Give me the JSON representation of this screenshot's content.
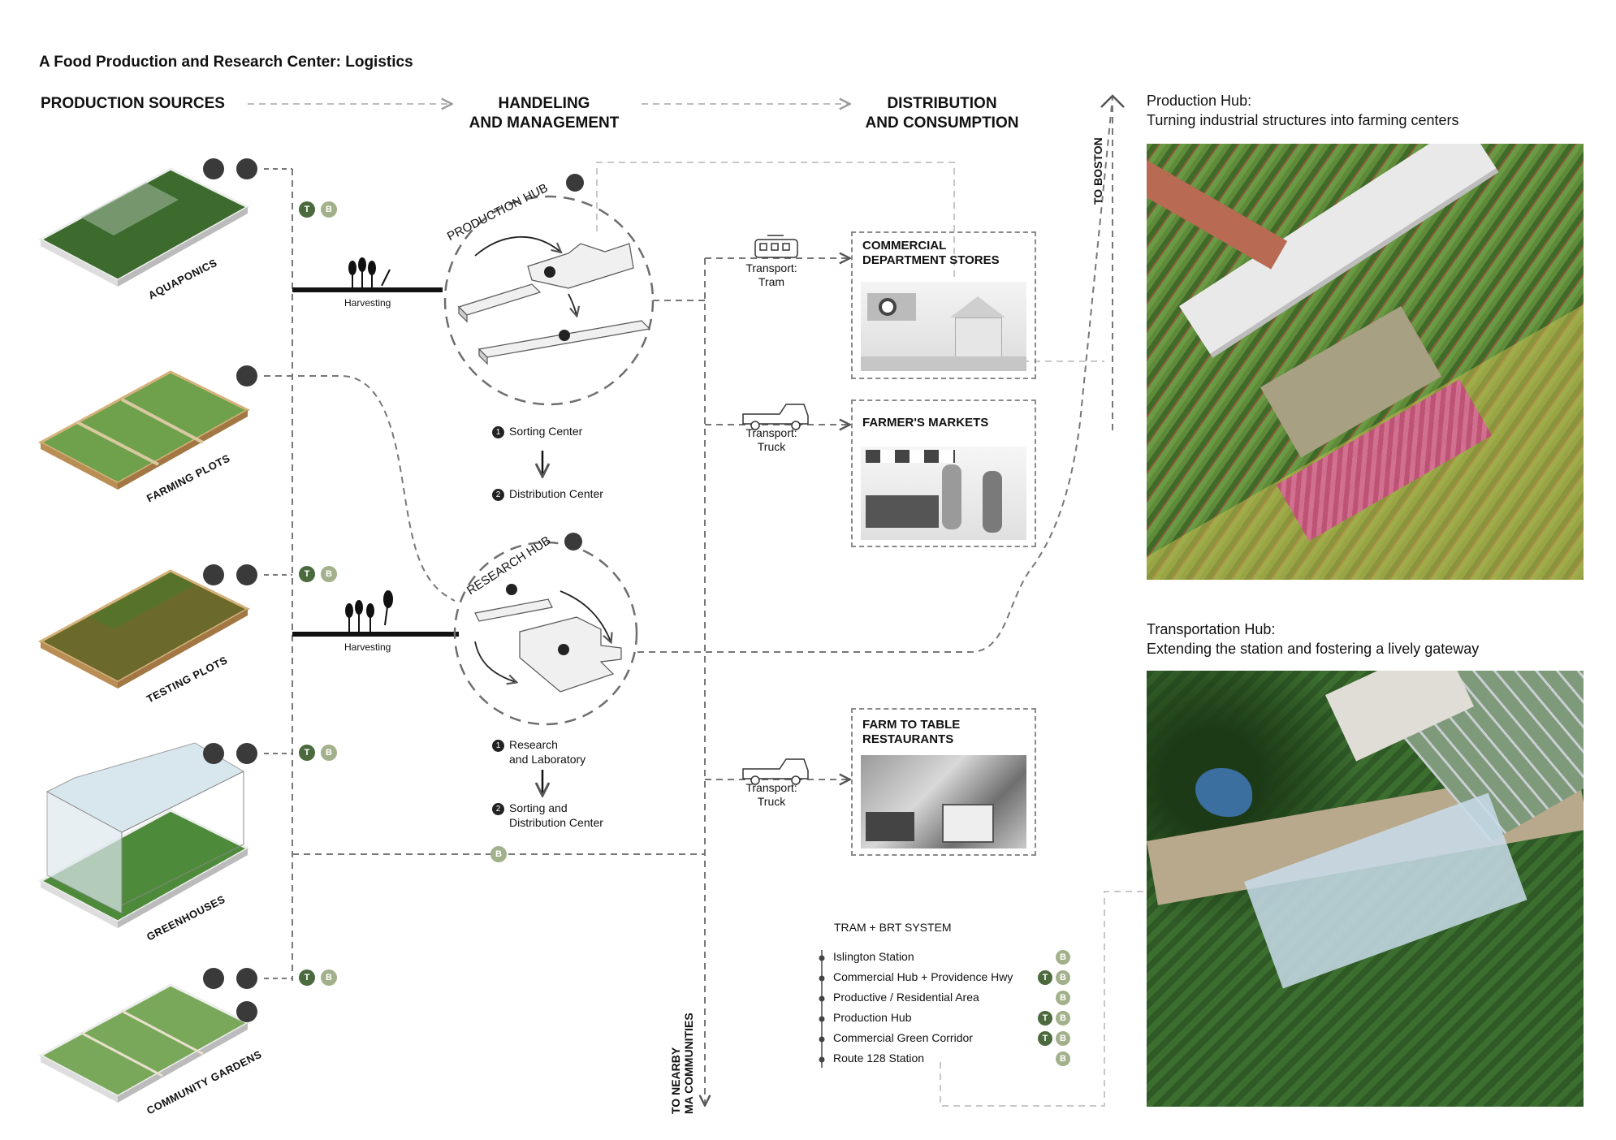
{
  "title": "A Food Production and Research Center: Logistics",
  "columns": {
    "production_sources": "PRODUCTION SOURCES",
    "handling_line1": "HANDELING",
    "handling_line2": "AND MANAGEMENT",
    "distribution_line1": "DISTRIBUTION",
    "distribution_line2": "AND CONSUMPTION"
  },
  "sources": [
    {
      "label": "AQUAPONICS"
    },
    {
      "label": "FARMING PLOTS"
    },
    {
      "label": "TESTING PLOTS"
    },
    {
      "label": "GREENHOUSES"
    },
    {
      "label": "COMMUNITY GARDENS"
    }
  ],
  "harvest": {
    "top": "Harvesting",
    "bottom": "Harvesting"
  },
  "production_hub": {
    "title": "PRODUCTION HUB",
    "step1": "Sorting Center",
    "step2": "Distribution Center"
  },
  "research_hub": {
    "title": "RESEARCH HUB",
    "step1_line1": "Research",
    "step1_line2": "and Laboratory",
    "step2_line1": "Sorting and",
    "step2_line2": "Distribution Center"
  },
  "transport": [
    {
      "line1": "Transport:",
      "line2": "Tram"
    },
    {
      "line1": "Transport:",
      "line2": "Truck"
    },
    {
      "line1": "Transport:",
      "line2": "Truck"
    }
  ],
  "destinations": {
    "commercial_line1": "COMMERCIAL",
    "commercial_line2": "DEPARTMENT STORES",
    "farmers": "FARMER'S MARKETS",
    "restaurants_line1": "FARM TO TABLE",
    "restaurants_line2": "RESTAURANTS"
  },
  "to_boston": "TO BOSTON",
  "to_nearby_line1": "TO NEARBY",
  "to_nearby_line2": "MA COMMUNITIES",
  "badges": {
    "T": "T",
    "B": "B"
  },
  "system": {
    "title": "TRAM + BRT SYSTEM",
    "stations": [
      {
        "name": "Islington Station",
        "tram": false,
        "brt": true
      },
      {
        "name": "Commercial Hub + Providence Hwy",
        "tram": true,
        "brt": true
      },
      {
        "name": "Productive / Residential Area",
        "tram": false,
        "brt": true
      },
      {
        "name": "Production Hub",
        "tram": true,
        "brt": true
      },
      {
        "name": "Commercial Green Corridor",
        "tram": true,
        "brt": true
      },
      {
        "name": "Route 128 Station",
        "tram": false,
        "brt": true
      }
    ]
  },
  "hubs": {
    "production_title": "Production Hub:",
    "production_sub": "Turning industrial structures into farming centers",
    "transport_title": "Transportation Hub:",
    "transport_sub": "Extending the station and fostering a lively gateway"
  },
  "colors": {
    "tram_badge": "#4b6a3e",
    "brt_badge": "#a2b18b",
    "dash": "#8a8a8a"
  }
}
